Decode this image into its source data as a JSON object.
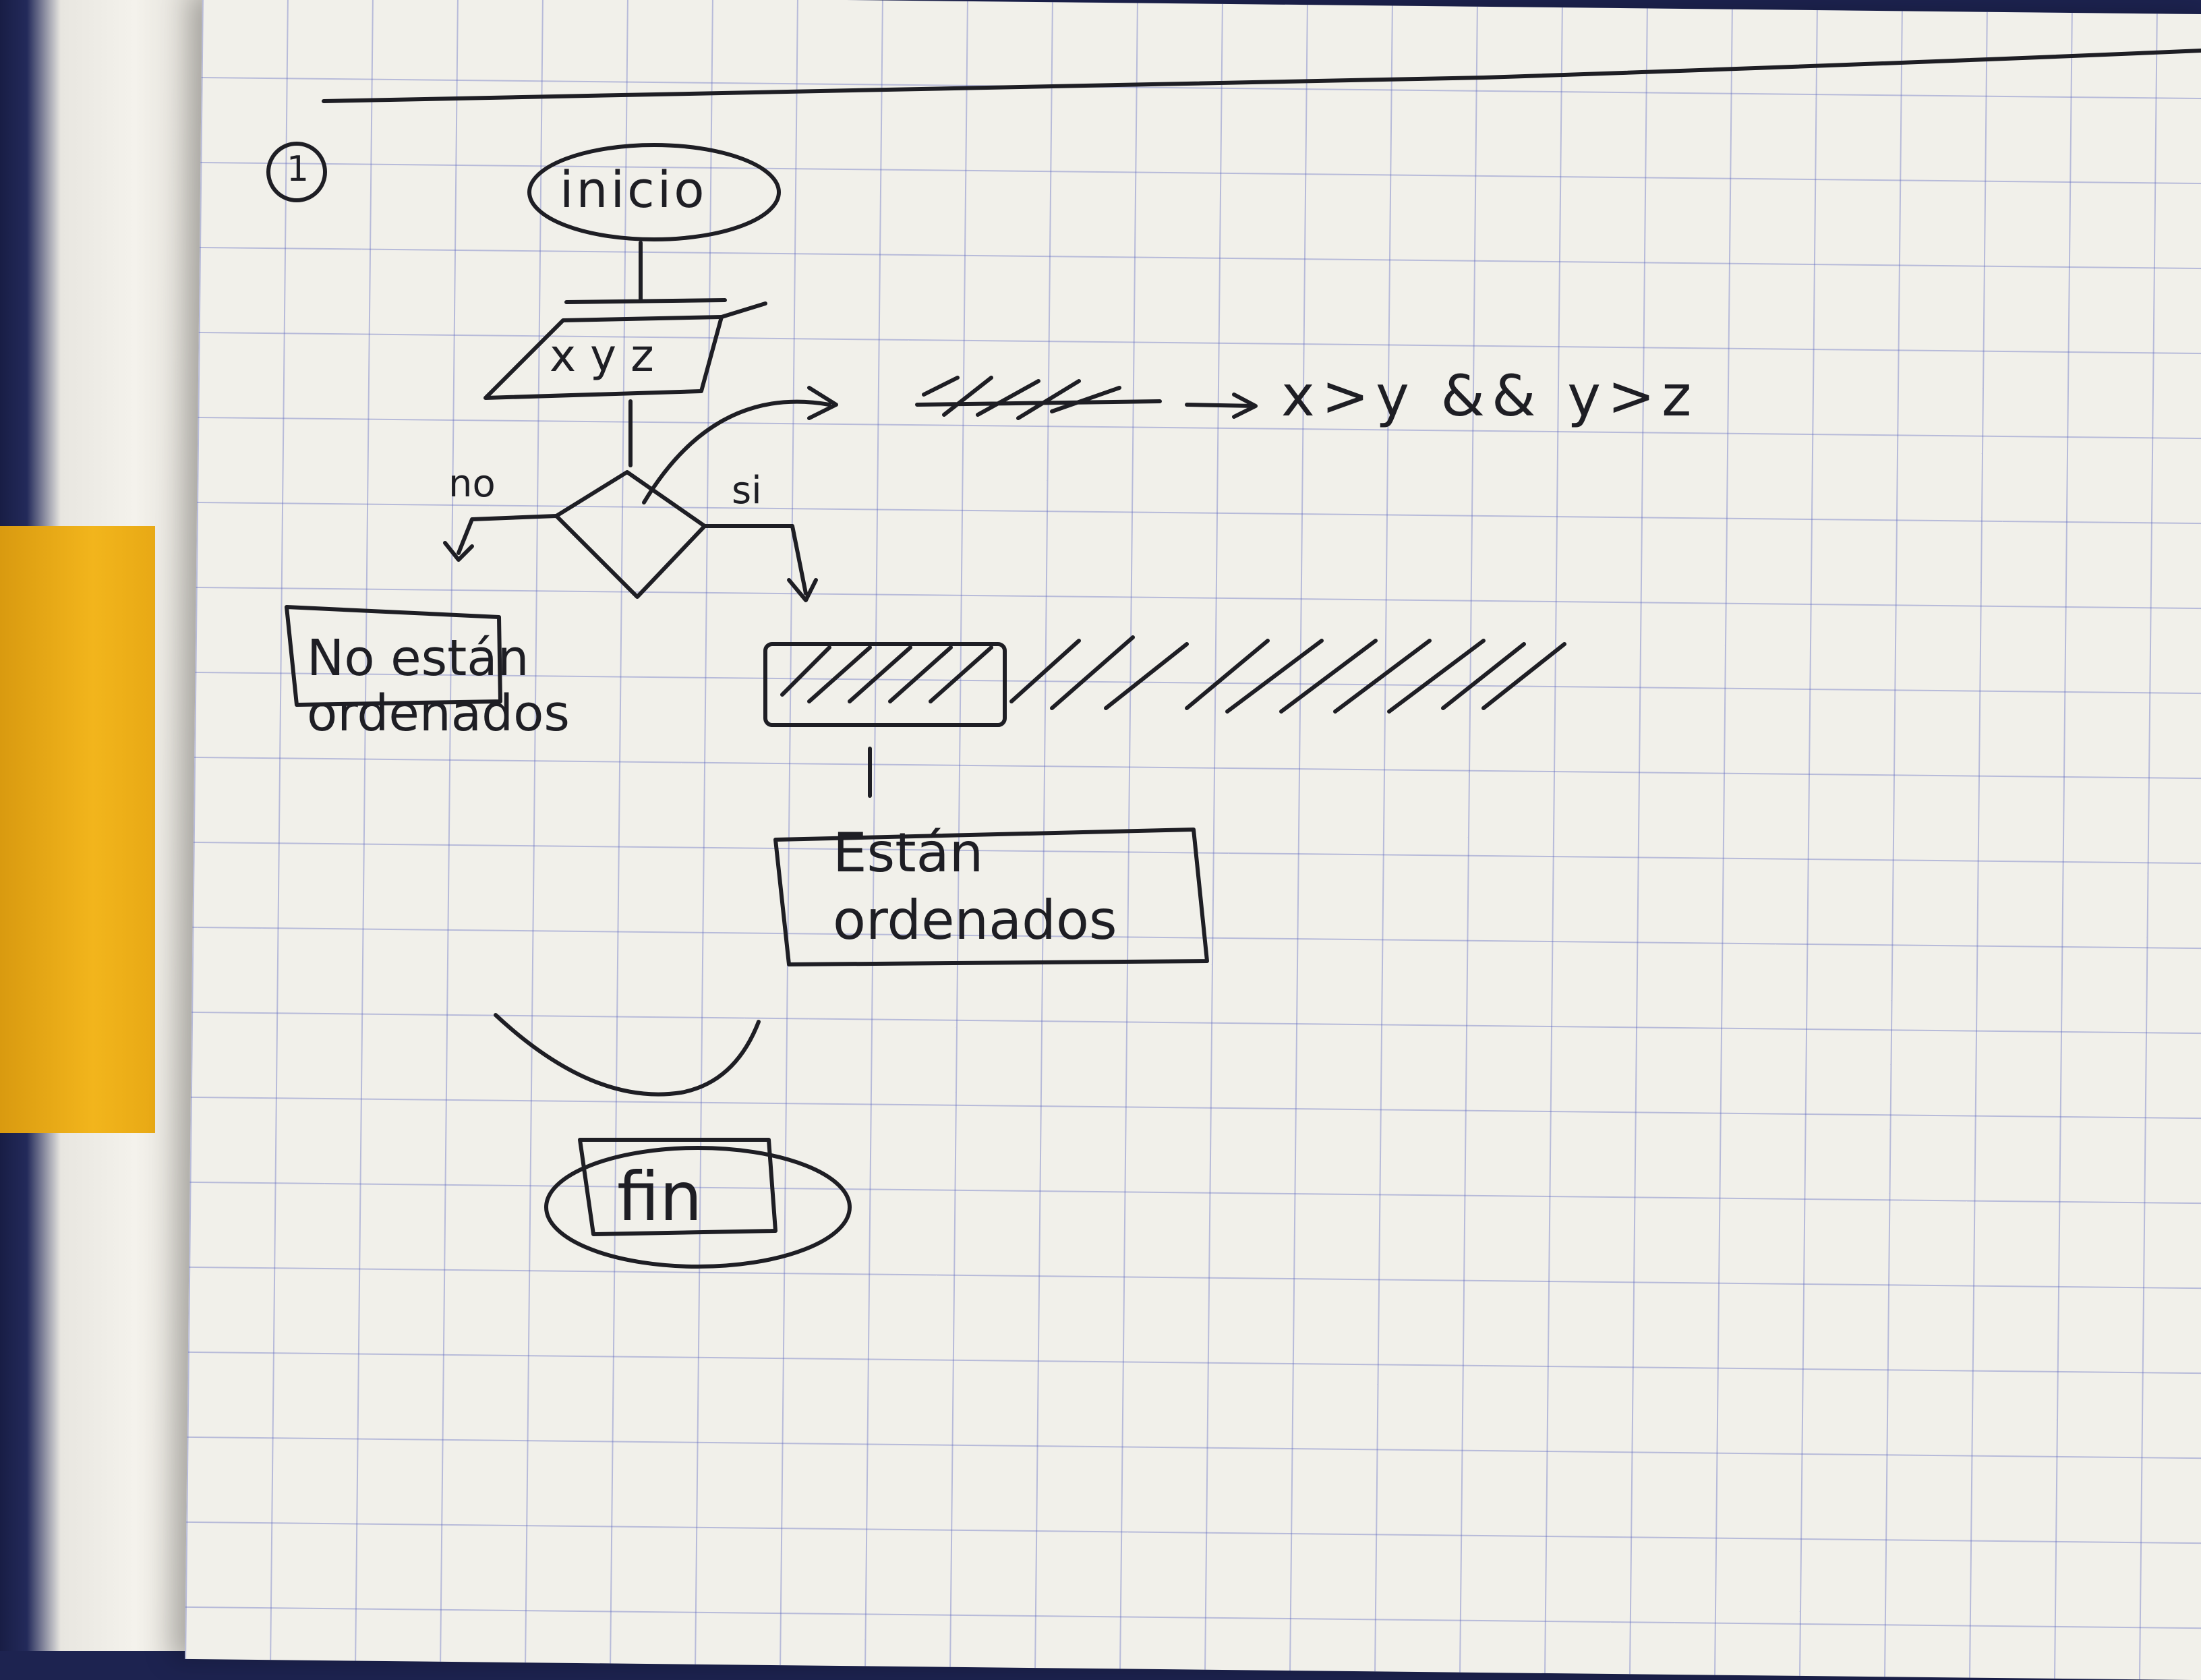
{
  "diagram": {
    "step_number": "1",
    "start": "inicio",
    "input": "x y z",
    "condition": "x>y && y>z",
    "branch_no": "no",
    "branch_yes": "si",
    "result_no": "No están ordenados",
    "result_yes": "Están ordenados",
    "end": "fin",
    "colors": {
      "ink": "#1e1e24",
      "grid": "#6a72c0",
      "paper": "#f1f0ea"
    }
  }
}
